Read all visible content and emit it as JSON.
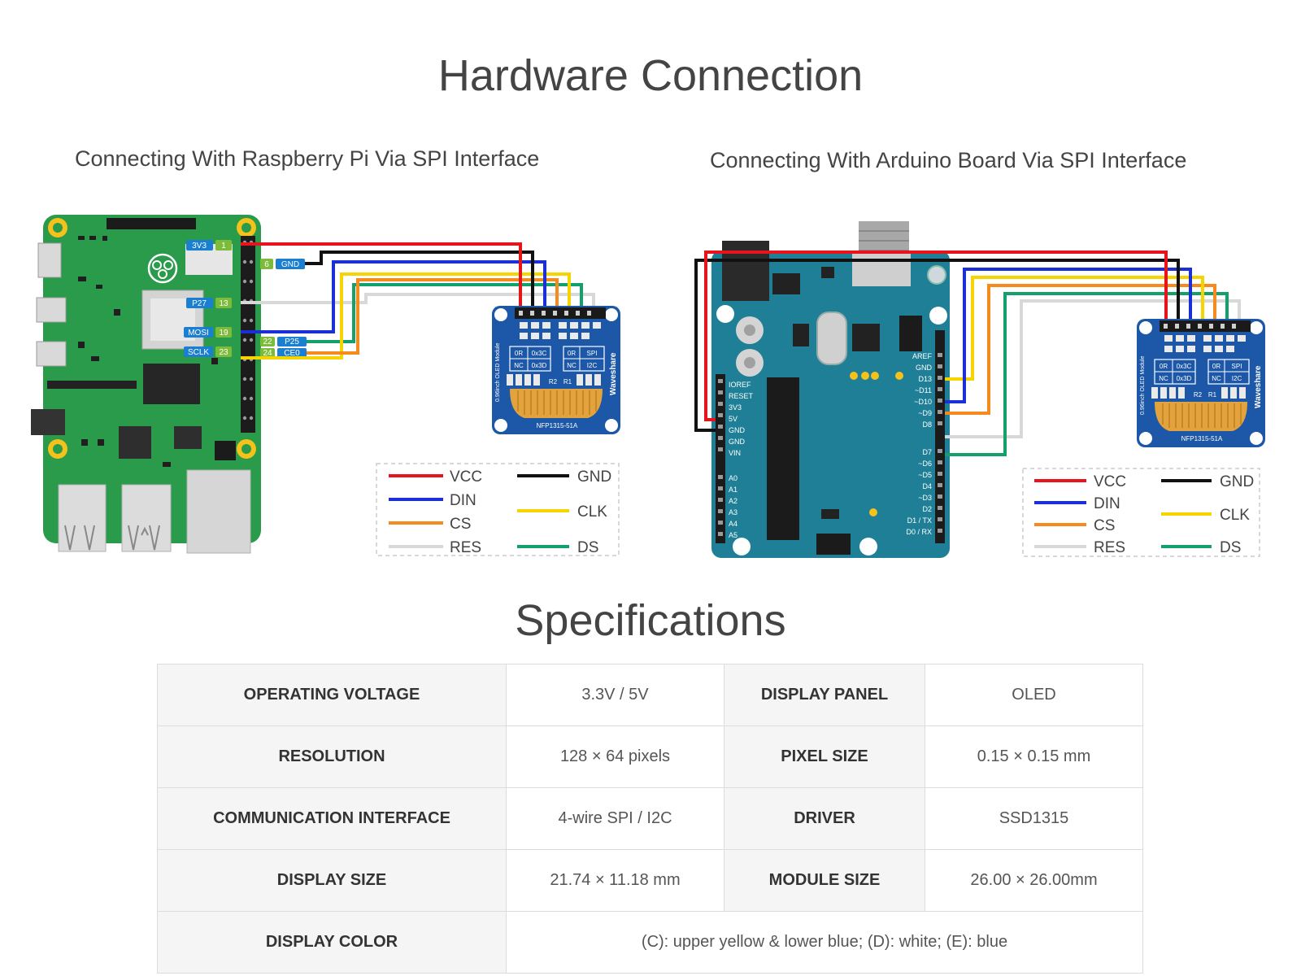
{
  "page_title": "Hardware Connection",
  "rpi_title": "Connecting With Raspberry Pi Via SPI Interface",
  "arduino_title": "Connecting With Arduino Board Via SPI Interface",
  "rpi_pins": {
    "p3v3": "3V3",
    "p1": "1",
    "p6": "6",
    "gnd": "GND",
    "p27": "P27",
    "p13": "13",
    "mosi": "MOSI",
    "p19": "19",
    "sclk": "SCLK",
    "p23": "23",
    "p22": "22",
    "p24": "24",
    "p25": "P25",
    "ce0": "CE0"
  },
  "arduino_pins_left": [
    "IOREF",
    "RESET",
    "3V3",
    "5V",
    "GND",
    "GND",
    "VIN",
    "A0",
    "A1",
    "A2",
    "A3",
    "A4",
    "A5"
  ],
  "arduino_pins_right": [
    "AREF",
    "GND",
    "D13",
    "~D11",
    "~D10",
    "~D9",
    "D8",
    "D7",
    "~D6",
    "~D5",
    "D4",
    "~D3",
    "D2",
    "D1 / TX",
    "D0 / RX"
  ],
  "oled": {
    "side_label": "0.96inch OLED Module",
    "brand": "Waveshare",
    "jumper_a": [
      "0R",
      "0x3C",
      "NC",
      "0x3D"
    ],
    "jumper_b": [
      "0R",
      "SPI",
      "NC",
      "I2C"
    ],
    "r_labels": [
      "R2",
      "R1"
    ],
    "flex_label": "NFP1315-51A"
  },
  "legend": {
    "vcc": "VCC",
    "din": "DIN",
    "cs": "CS",
    "res": "RES",
    "gnd": "GND",
    "clk": "CLK",
    "ds": "DS"
  },
  "colors": {
    "vcc": "#e8141b",
    "gnd": "#111111",
    "din": "#1a2fd6",
    "clk": "#f5d400",
    "cs": "#f58a1f",
    "ds": "#13a06a",
    "res": "#d8d8d8",
    "rpi_board": "#2a9b4b",
    "arduino_board": "#1e7f96",
    "oled_board": "#1d57a8"
  },
  "specs_title": "Specifications",
  "specs": [
    {
      "k1": "OPERATING VOLTAGE",
      "v1": "3.3V / 5V",
      "k2": "DISPLAY PANEL",
      "v2": "OLED"
    },
    {
      "k1": "RESOLUTION",
      "v1": "128 × 64 pixels",
      "k2": "PIXEL SIZE",
      "v2": "0.15 × 0.15 mm"
    },
    {
      "k1": "COMMUNICATION INTERFACE",
      "v1": "4-wire SPI / I2C",
      "k2": "DRIVER",
      "v2": "SSD1315"
    },
    {
      "k1": "DISPLAY SIZE",
      "v1": "21.74 × 11.18 mm",
      "k2": "MODULE SIZE",
      "v2": "26.00 × 26.00mm"
    }
  ],
  "color_row": {
    "k": "DISPLAY COLOR",
    "v": "(C): upper yellow & lower blue; (D): white; (E): blue"
  }
}
